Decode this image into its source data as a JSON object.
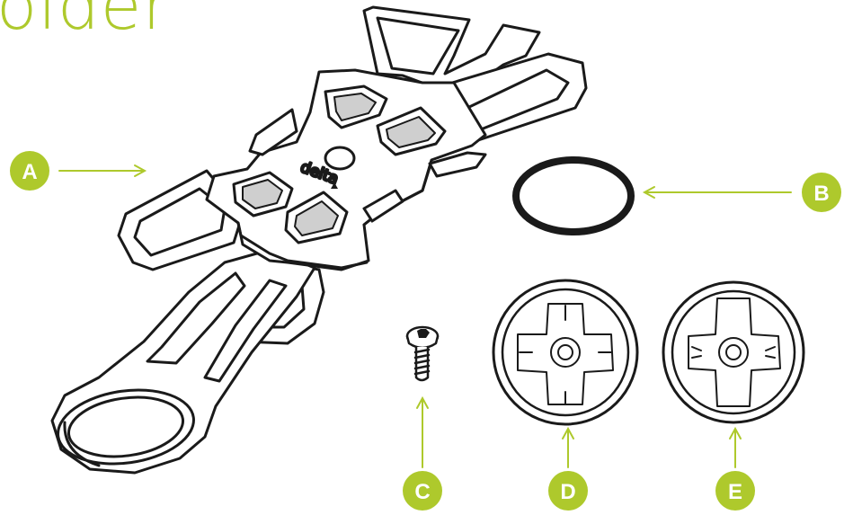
{
  "title": "older",
  "brand_logo": "delta",
  "colors": {
    "accent": "#aec92c",
    "line": "#1a1a1a",
    "fill": "#ffffff",
    "shade": "#cfcfcf"
  },
  "parts": [
    {
      "label": "A",
      "name": "handlebar-holder"
    },
    {
      "label": "B",
      "name": "o-ring"
    },
    {
      "label": "C",
      "name": "screw"
    },
    {
      "label": "D",
      "name": "mount-adapter-d"
    },
    {
      "label": "E",
      "name": "mount-adapter-e"
    }
  ]
}
